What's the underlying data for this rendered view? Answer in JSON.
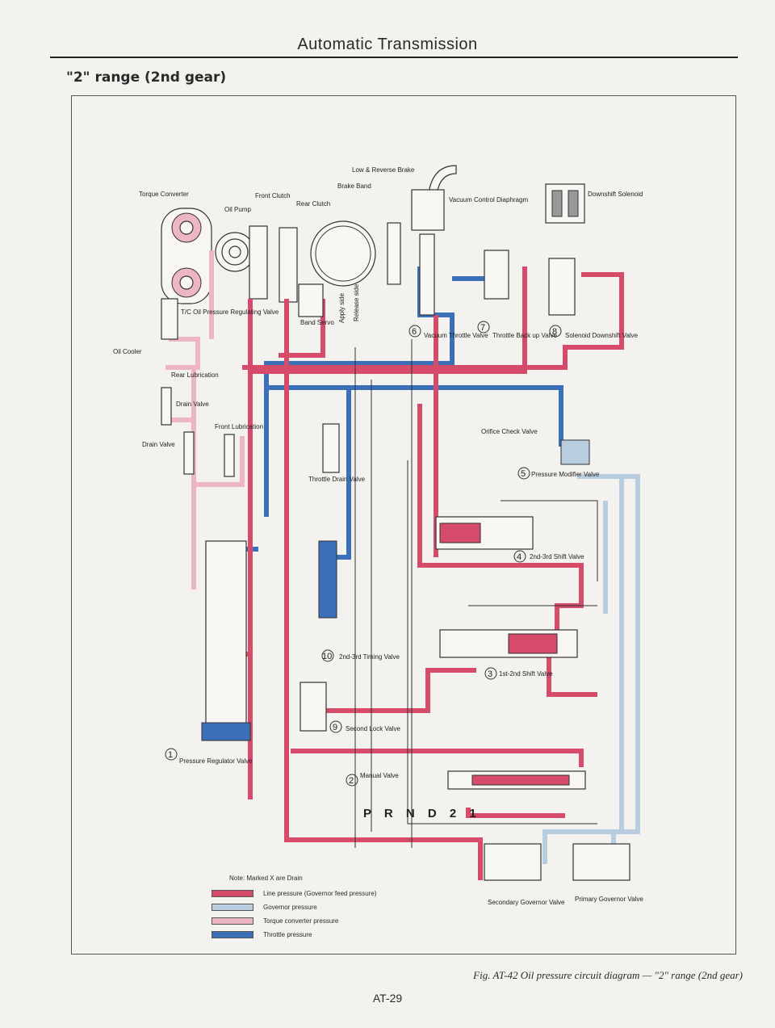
{
  "header": {
    "title": "Automatic Transmission"
  },
  "section": {
    "title": "\"2\" range (2nd gear)"
  },
  "labels": {
    "torque_converter": "Torque Converter",
    "oil_pump": "Oil Pump",
    "front_clutch": "Front Clutch",
    "rear_clutch": "Rear Clutch",
    "brake_band": "Brake Band",
    "low_reverse_brake": "Low & Reverse Brake",
    "vacuum_control_diaphragm": "Vacuum Control Diaphragm",
    "downshift_solenoid": "Downshift Solenoid",
    "tc_valve": "T/C Oil Pressure Regulating Valve",
    "oil_cooler": "Oil Cooler",
    "rear_lubrication": "Rear Lubrication",
    "drain_valve_small": "Drain Valve",
    "front_lubrication": "Front Lubrication",
    "drain_valve": "Drain Valve",
    "band_servo": "Band Servo",
    "apply_side": "Apply side",
    "release_side": "Release side",
    "vacuum_throttle_valve": "Vacuum Throttle Valve",
    "throttle_back_up_valve": "Throttle Back up Valve",
    "solenoid_downshift_valve": "Solenoid Downshift Valve",
    "throttle_drain_valve": "Throttle Drain Valve",
    "orifice_check_valve": "Orifice Check Valve",
    "pressure_modifier_valve": "Pressure Modifier Valve",
    "shift_23_valve": "2nd-3rd Shift Valve",
    "timing_valve": "2nd-3rd Timing Valve",
    "shift_12_valve": "1st-2nd Shift Valve",
    "second_lock_valve": "Second Lock Valve",
    "pressure_regulator_valve": "Pressure Regulator Valve",
    "manual_valve": "Manual Valve",
    "prnd": "P R N D 2 1",
    "secondary_governor": "Secondary Governor Valve",
    "primary_governor": "Primary Governor Valve"
  },
  "circled": {
    "c1": "1",
    "c2": "2",
    "c3": "3",
    "c4": "4",
    "c5": "5",
    "c6": "6",
    "c7": "7",
    "c8": "8",
    "c9": "9",
    "c10": "10"
  },
  "legend": {
    "note": "Note: Marked X are Drain",
    "items": [
      {
        "label": "Line pressure (Governor feed pressure)",
        "color": "#d64a6a"
      },
      {
        "label": "Governor pressure",
        "color": "#b8cde0"
      },
      {
        "label": "Torque converter pressure",
        "color": "#eeb6c2"
      },
      {
        "label": "Throttle pressure",
        "color": "#3b6fb8"
      }
    ]
  },
  "caption": "Fig. AT-42 Oil pressure circuit diagram — \"2\" range (2nd gear)",
  "page_number": "AT-29",
  "colors": {
    "line_pressure": "#d64a6a",
    "governor_pressure": "#b8cde0",
    "torque_pressure": "#eeb6c2",
    "throttle_pressure": "#3b6fb8"
  }
}
